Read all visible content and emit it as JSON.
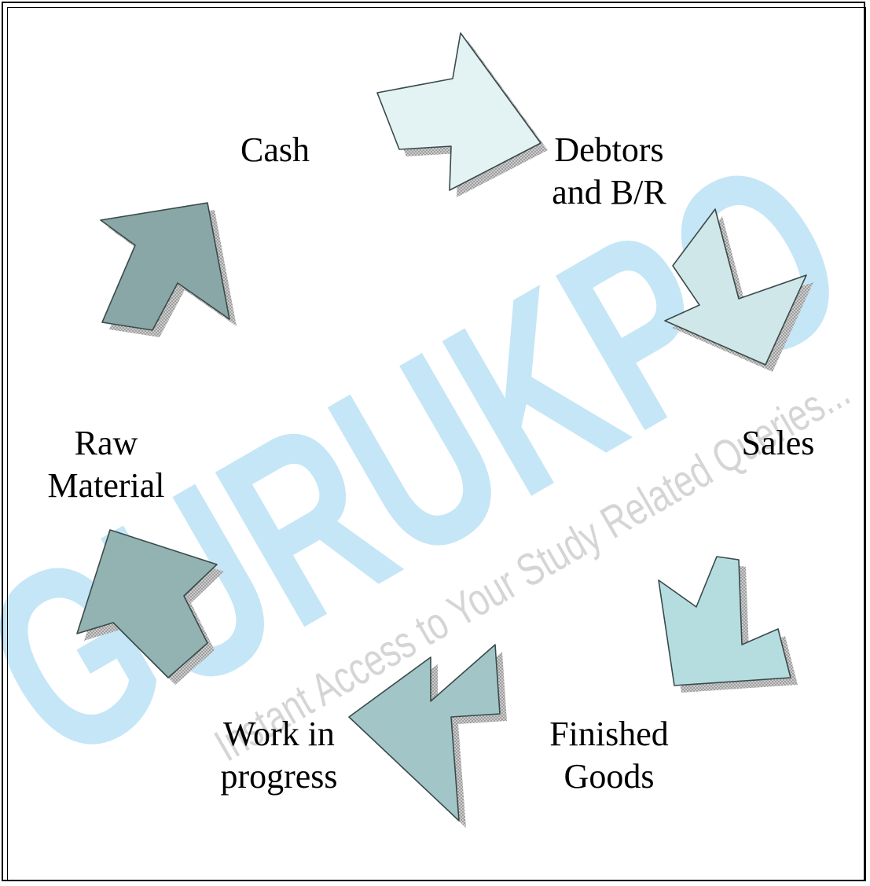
{
  "diagram": {
    "nodes": [
      {
        "id": "cash",
        "lines": [
          "Cash"
        ]
      },
      {
        "id": "debtors",
        "lines": [
          "Debtors",
          "and B/R"
        ]
      },
      {
        "id": "sales",
        "lines": [
          "Sales"
        ]
      },
      {
        "id": "finished",
        "lines": [
          "Finished",
          "Goods"
        ]
      },
      {
        "id": "wip",
        "lines": [
          "Work in",
          "progress"
        ]
      },
      {
        "id": "raw",
        "lines": [
          "Raw",
          "Material"
        ]
      }
    ],
    "edges": [
      {
        "from": "cash",
        "to": "debtors",
        "color": "#e3f3f3"
      },
      {
        "from": "debtors",
        "to": "sales",
        "color": "#cfe7e8"
      },
      {
        "from": "sales",
        "to": "finished",
        "color": "#b5dde0"
      },
      {
        "from": "finished",
        "to": "wip",
        "color": "#a2c6c8"
      },
      {
        "from": "wip",
        "to": "raw",
        "color": "#93b3b3"
      },
      {
        "from": "raw",
        "to": "cash",
        "color": "#8aa7a7"
      }
    ]
  },
  "watermark": {
    "logo_text": "GURUKPO",
    "tagline": "Instant Access to Your Study Related Queries...",
    "color": "#4fb2e6"
  }
}
